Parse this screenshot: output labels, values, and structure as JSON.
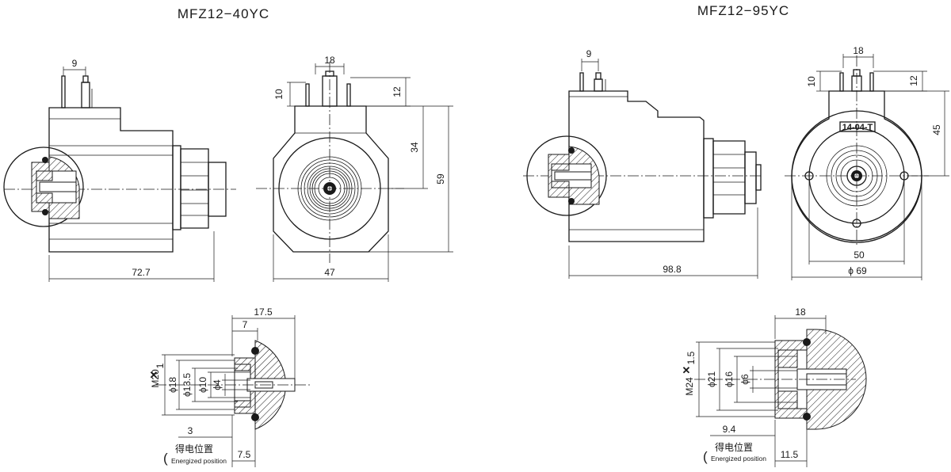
{
  "models": {
    "left_title": "MFZ12−40YC",
    "right_title": "MFZ12−95YC"
  },
  "left": {
    "dim_pin_gap": "9",
    "dim_length": "72.7",
    "dim_pin_span": "18",
    "dim_10": "10",
    "dim_12": "12",
    "dim_34": "34",
    "dim_59": "59",
    "dim_width": "47"
  },
  "right": {
    "dim_pin_gap": "9",
    "dim_length": "98.8",
    "dim_pin_span": "18",
    "dim_10": "10",
    "dim_12": "12",
    "dim_45": "45",
    "dim_50": "50",
    "dim_dia": "ϕ 69",
    "label_plate": "14-04-T"
  },
  "detail_left": {
    "d_17_5": "17.5",
    "d_7": "7",
    "thread": "M20",
    "thread_pitch": "1",
    "dia_18": "ϕ18",
    "dia_13_5": "ϕ13.5",
    "dia_10": "ϕ10",
    "dia_4": "ϕ4",
    "d_3": "3",
    "d_7_5": "7.5",
    "pos_cn": "得电位置",
    "pos_en": "Energized position"
  },
  "detail_right": {
    "d_18": "18",
    "thread": "M24",
    "thread_pitch": "1.5",
    "dia_21": "ϕ21",
    "dia_16": "ϕ16",
    "dia_6": "ϕ6",
    "d_9_4": "9.4",
    "d_11_5": "11.5",
    "pos_cn": "得电位置",
    "pos_en": "Energized position"
  }
}
